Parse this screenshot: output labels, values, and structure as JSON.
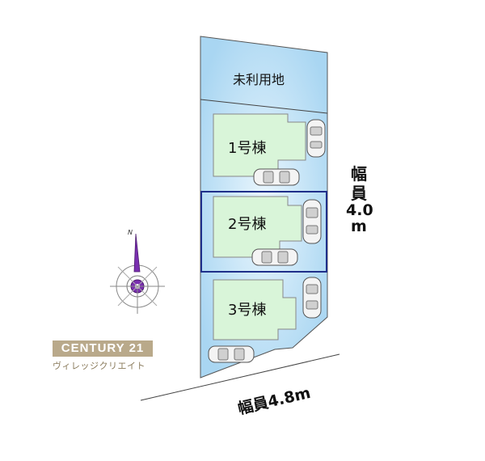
{
  "lots": {
    "unused": "未利用地",
    "lot1": "1号棟",
    "lot2": "2号棟",
    "lot3": "3号棟"
  },
  "roads": {
    "east_label_1": "幅",
    "east_label_2": "員",
    "east_label_3": "4.0",
    "east_label_4": "m",
    "south_label": "幅員4.8m"
  },
  "compass": {
    "north": "N"
  },
  "brand": {
    "name": "CENTURY 21",
    "branch": "ヴィレッジクリエイト"
  },
  "colors": {
    "site_fill": "#cfe8f7",
    "building_fill": "#d9f5d9",
    "highlight_border": "#1f2f8a",
    "compass_accent": "#7a2fb0",
    "brand": "#b9a98a"
  }
}
